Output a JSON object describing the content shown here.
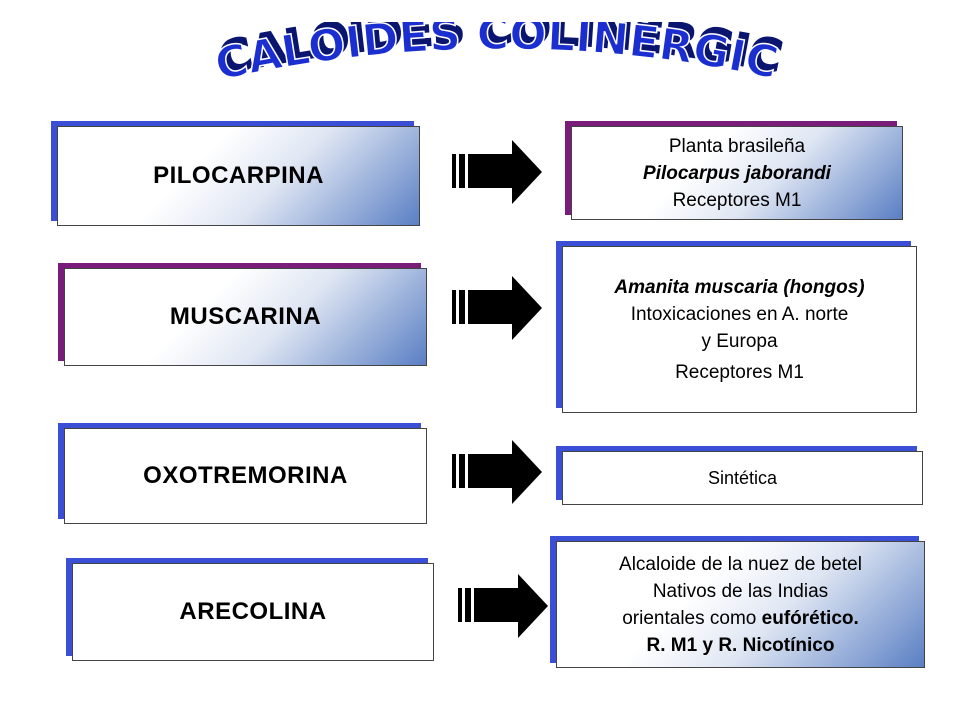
{
  "title": "ALCALOIDES COLINÉRGICOS",
  "rows": [
    {
      "left_label": "PILOCARPINA",
      "right_lines": [
        "Planta brasileña",
        "Pilocarpus jaborandi",
        "Receptores M1"
      ]
    },
    {
      "left_label": "MUSCARINA",
      "right_lines": [
        "Amanita muscaria (hongos)",
        "Intoxicaciones en A. norte",
        "y Europa",
        "Receptores M1"
      ]
    },
    {
      "left_label": "OXOTREMORINA",
      "right_lines": [
        "Sintética"
      ]
    },
    {
      "left_label": "ARECOLINA",
      "right_lines": [
        "Alcaloide de la nuez de betel",
        "Nativos de las Indias",
        "orientales como ",
        "eufórético.",
        "R. M1 y R. Nicotínico"
      ]
    }
  ],
  "colors": {
    "title_fill": "#1b2fd0",
    "title_outline": "#0a1570",
    "shadow_blue": "#3b4fd6",
    "shadow_purple": "#7a1c7a",
    "gradient_dark": "#5a7fc4",
    "arrow": "#000000"
  }
}
